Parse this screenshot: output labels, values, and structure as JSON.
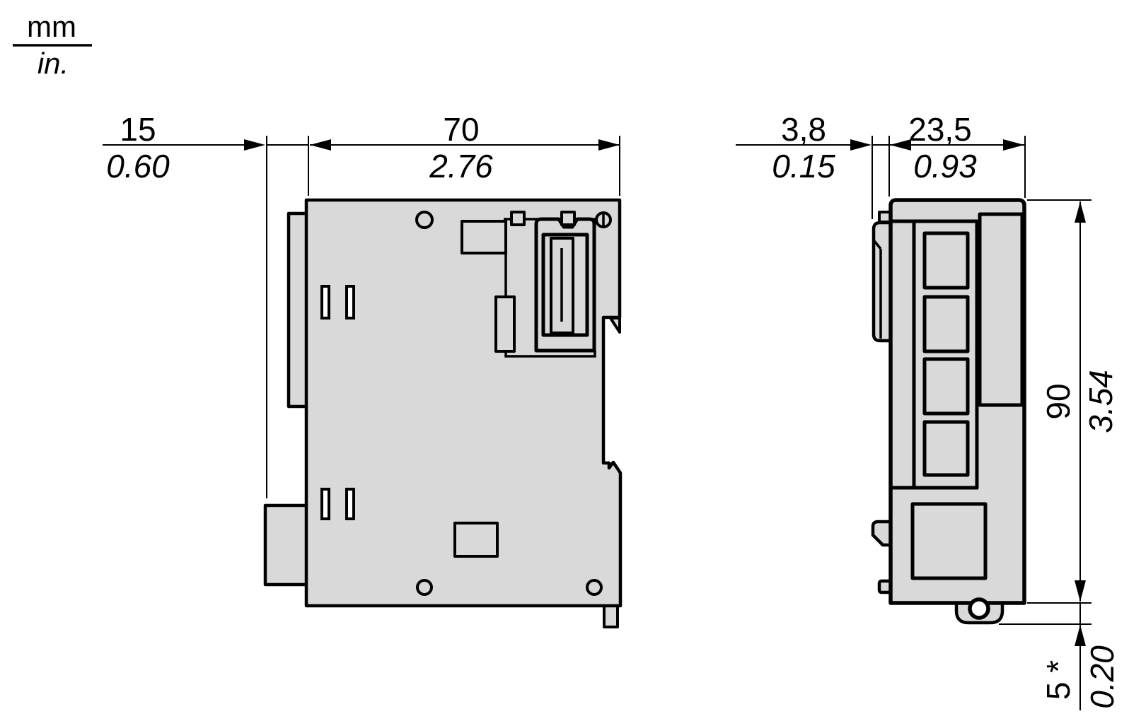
{
  "colors": {
    "background": "#ffffff",
    "line": "#000000",
    "module_fill": "#d9d9d9"
  },
  "legend": {
    "numerator": "mm",
    "denominator": "in."
  },
  "side_view": {
    "offset": {
      "mm": "15",
      "in": "0.60"
    },
    "depth": {
      "mm": "70",
      "in": "2.76"
    }
  },
  "front_view": {
    "clip_offset": {
      "mm": "3,8",
      "in": "0.15"
    },
    "width": {
      "mm": "23,5",
      "in": "0.93"
    },
    "height": {
      "mm": "90",
      "in": "3.54"
    },
    "hook_height": {
      "mm": "5 *",
      "in": "0.20"
    }
  }
}
